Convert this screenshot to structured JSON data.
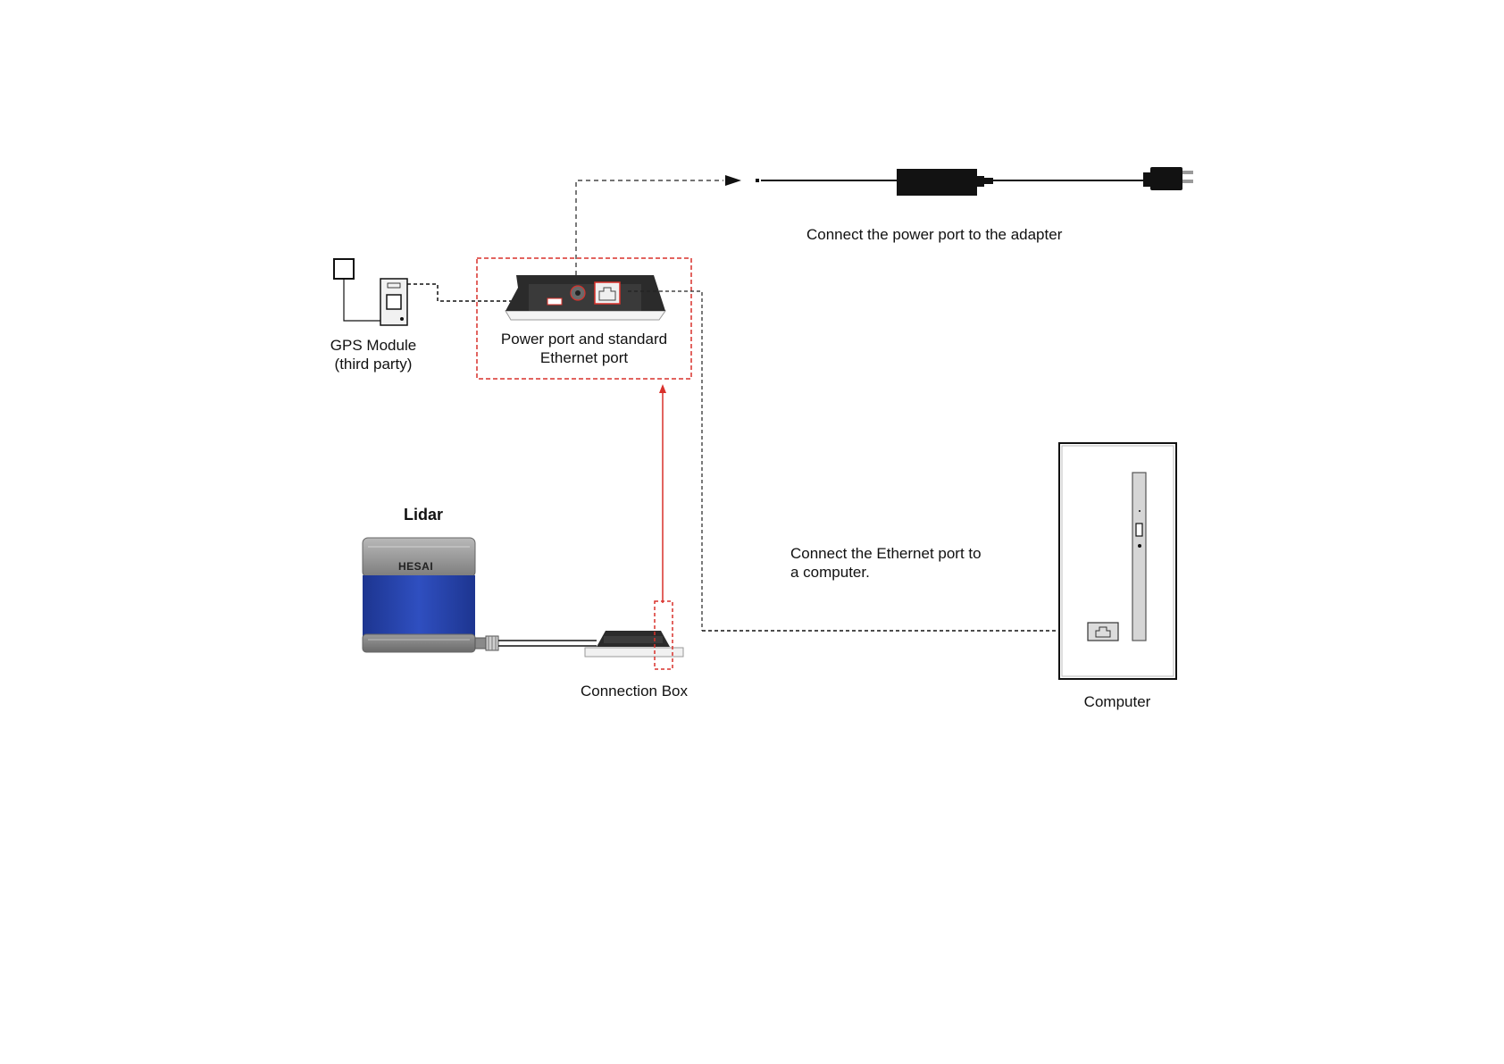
{
  "labels": {
    "power_adapter": "Connect the power port to the adapter",
    "gps_line1": "GPS Module",
    "gps_line2": "(third party)",
    "ports_line1": "Power port and standard",
    "ports_line2": "Ethernet port",
    "lidar": "Lidar",
    "lidar_brand": "HESAI",
    "ethernet_line1": "Connect the Ethernet port to",
    "ethernet_line2": "a computer.",
    "connection_box": "Connection Box",
    "computer": "Computer"
  },
  "colors": {
    "lidar_blue": "#2541a8",
    "lidar_gray": "#8a8a8a",
    "highlight_red": "#d9312b",
    "line": "#111111",
    "device_dark": "#2b2b2b"
  }
}
